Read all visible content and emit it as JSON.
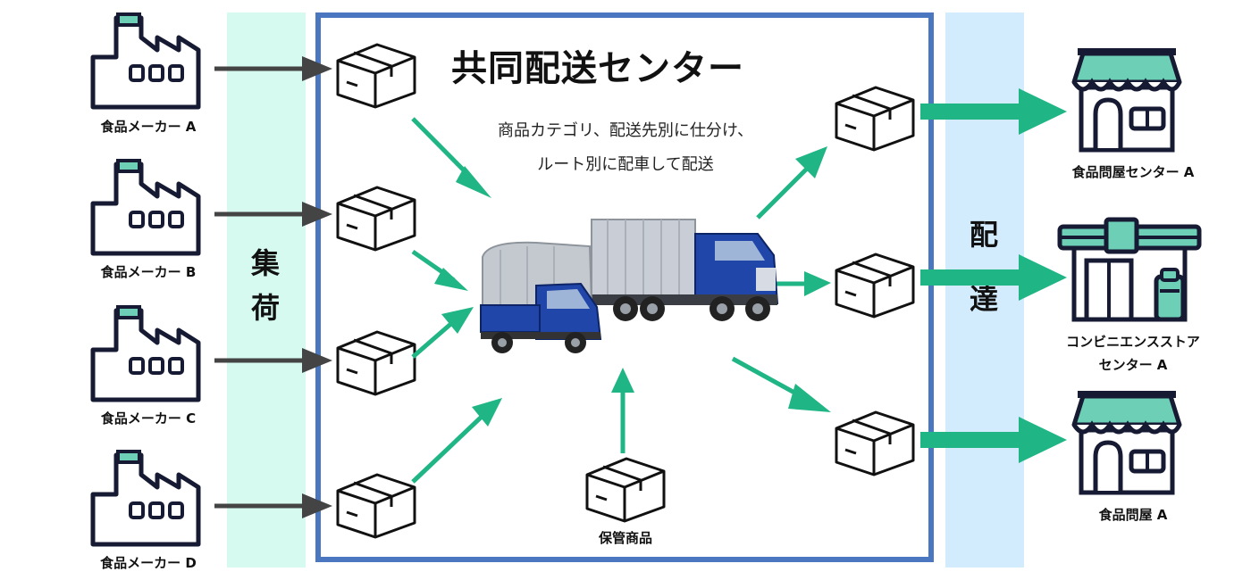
{
  "center": {
    "title": "共同配送センター",
    "description_line1": "商品カテゴリ、配送先別に仕分け、",
    "description_line2": "ルート別に配車して配送"
  },
  "bands": {
    "collect_label": "集荷",
    "deliver_label": "配達"
  },
  "manufacturers": [
    {
      "label": "食品メーカー A"
    },
    {
      "label": "食品メーカー B"
    },
    {
      "label": "食品メーカー C"
    },
    {
      "label": "食品メーカー D"
    }
  ],
  "stored_goods": {
    "label": "保管商品"
  },
  "destinations": [
    {
      "label": "食品問屋センター A"
    },
    {
      "label_line1": "コンビニエンスストア",
      "label_line2": "センター A"
    },
    {
      "label": "食品問屋 A"
    }
  ],
  "colors": {
    "collect_band": "#d6faf0",
    "deliver_band": "#d2ebfd",
    "frame": "#4a77c0",
    "green_arrow": "#1fb584",
    "dark_arrow": "#444444",
    "icon_teal": "#6ecfb7",
    "icon_stroke": "#161a33"
  }
}
